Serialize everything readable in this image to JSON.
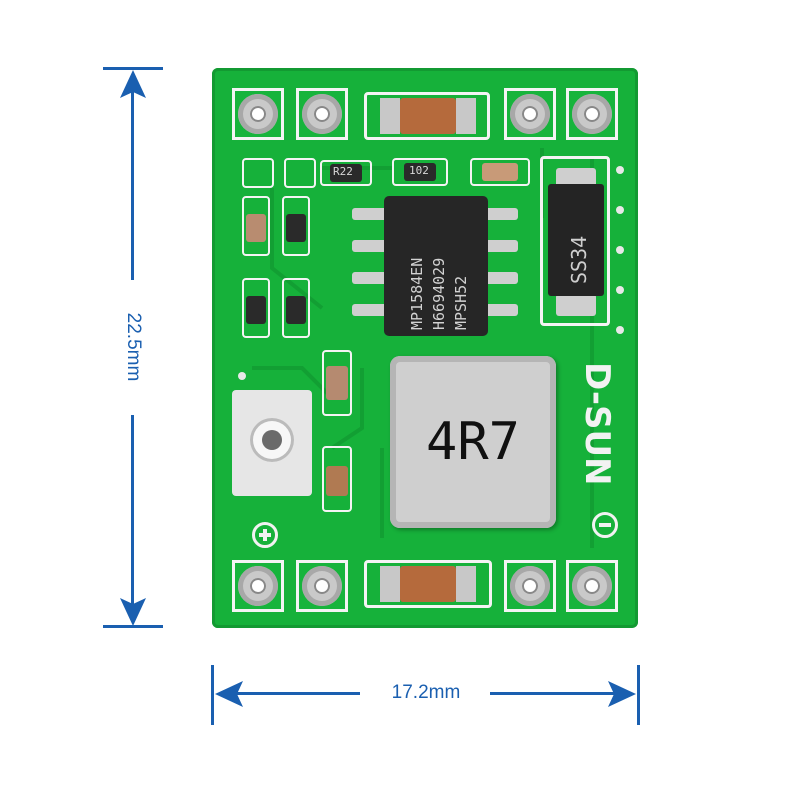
{
  "dimensions": {
    "height_label": "22.5mm",
    "width_label": "17.2mm"
  },
  "board": {
    "ic_lines": [
      "MP1584EN",
      "H6694029",
      "MPSH52"
    ],
    "diode_label": "SS34",
    "inductor_label": "4R7",
    "brand": "D-SUN",
    "resistor_label": "R22",
    "small_res_label": "102"
  },
  "colors": {
    "pcb": "#16b13a",
    "dimension": "#1a5fb0"
  }
}
